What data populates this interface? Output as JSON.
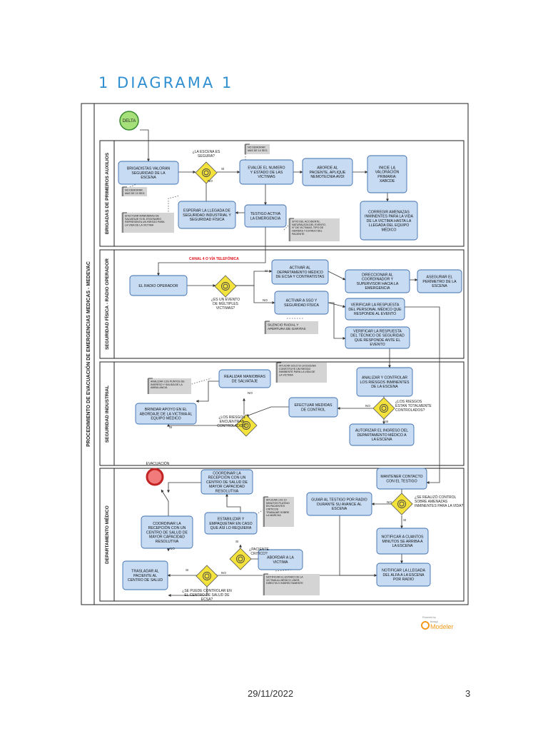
{
  "page": {
    "heading": "1  DIAGRAMA 1",
    "date": "29/11/2022",
    "page_number": "3"
  },
  "colors": {
    "task_fill": "#c7dbf3",
    "task_stroke": "#3e6fae",
    "gateway_fill": "#f3e23c",
    "start_fill": "#a6e07a",
    "start_stroke": "#3a8a2f",
    "end_fill": "#f27a7a",
    "end_stroke": "#c22323",
    "note_fill": "#d4d4d4",
    "channel_text": "#e0101a",
    "heading": "#2f8fd0",
    "logo_orange": "#f29a1c"
  },
  "pool": {
    "title": "PROCEDIMIENTO DE EVACUACIÓN DE EMERGENCIAS MEDICAS - MEDEVAC",
    "lanes": [
      "BRIGADAS DE PRIMEROS AUXILIOS",
      "SEGURIDAD FÍSICA - RADIO OPERADOR",
      "SEGURIDAD INDUSTRIAL",
      "DEPARTAMENTO MÉDICO"
    ]
  },
  "events": {
    "start": "DELTA",
    "end": "EVACUACIÓN"
  },
  "tasks": {
    "t1": [
      "BRIGADISTAS VALORAN",
      "SEGURIDAD DE LA",
      "ESCENA"
    ],
    "t2": [
      "EVALÚE EL NUMERO",
      "Y ESTADO DE LAS",
      "VICTIMAS"
    ],
    "t3": [
      "ABORDE AL",
      "PACIENTE, APLIQUE",
      "NEMOTECNIA AVDI"
    ],
    "t4": [
      "INICIE LA",
      "VALORACIÓN",
      "PRIMARIA:",
      "XABCDE"
    ],
    "t5": [
      "ESPERAR LA LLEGADA DE",
      "SEGURIDAD INDUSTRIAL Y",
      "SEGURIDAD FÍSICA"
    ],
    "t6": [
      "TESTIGO ACTIVA",
      "LA EMERGENCIA"
    ],
    "t7": [
      "CORREGIR AMENAZAS",
      "INMINENTES PARA LA VIDA",
      "DE LA VICTIMA HASTA LA",
      "LLEGADA DEL EQUIPO",
      "MÉDICO"
    ],
    "t8": [
      "EL RADIO OPERADOR"
    ],
    "t9": [
      "ACTIVAR AL",
      "DEPARTAMENTO MÉDICO",
      "DE ECSA Y CONTRATISTAS"
    ],
    "t10": [
      "ACTIVAR A SSO Y",
      "SEGURIDAD FÍSICA"
    ],
    "t11": [
      "DIRECCIONAR AL",
      "COORDINADOR Y",
      "SUPERVISOR HACIA LA",
      "EMERGENCIA"
    ],
    "t12": [
      "ASEGURAR EL",
      "PERÍMETRO DE LA",
      "ESCENA"
    ],
    "t13": [
      "VERIFICAR LA RESPUESTA",
      "DEL PERSONAL MÉDICO QUE",
      "RESPONDE AL EVENTO"
    ],
    "t14": [
      "VERIFICAR LA RESPUESTA",
      "DEL TÉCNICO DE SEGURIDAD",
      "QUE RESPONDE ANTE EL",
      "EVENTO"
    ],
    "t15": [
      "REALIZAR MANIOBRAS",
      "DE SALVATAJE"
    ],
    "t16": [
      "ANALIZAR Y CONTROLAR",
      "LOS RIESGOS INMINENTES",
      "DE LA ESCENA"
    ],
    "t17": [
      "BRINDAR APOYO EN EL",
      "ABORDAJE DE LA VICTIMA AL",
      "EQUIPO MÉDICO"
    ],
    "t18": [
      "EFECTUAR MEDIDAS",
      "DE CONTROL"
    ],
    "t19": [
      "AUTORIZAR EL INGRESO DEL",
      "DEPARTAMENTO MÉDICO A",
      "LA ESCENA"
    ],
    "t20": [
      "COORDINAR LA",
      "RECEPCIÓN CON UN",
      "CENTRO DE SALUD DE",
      "MAYOR CAPACIDAD",
      "RESOLUTIVA"
    ],
    "t21": [
      "MANTENER CONTACTO",
      "CON EL TESTIGO"
    ],
    "t22": [
      "GUIAR AL TESTIGO POR RADIO",
      "DURANTE SU AVANCE AL",
      "ESCENA"
    ],
    "t23": [
      "ESTABILIZAR Y",
      "EMPAQUETAR EN CASO",
      "QUE ASÍ LO REQUIERA"
    ],
    "t24": [
      "COORDINAR LA",
      "RECEPCIÓN CON UN",
      "CENTRO DE SALUD DE",
      "MAYOR CAPACIDAD",
      "RESOLUTIVA"
    ],
    "t25": [
      "NOTIFICAR A CUANTOS",
      "MINUTOS SE ARRIBA A",
      "LA ESCENA"
    ],
    "t26": [
      "ABORDAR A LA",
      "VICTIMA"
    ],
    "t27": [
      "TRASLADAR AL",
      "PACIENTE AL",
      "CENTRO DE SALUD"
    ],
    "t28": [
      "NOTIFICAR LA LLEGADA",
      "DEL ALFA A LA ESCENA",
      "POR RADIO"
    ]
  },
  "gateways": {
    "g1": [
      "¿LA ESCENA ES",
      "SEGURA?"
    ],
    "g2": [
      "¿ES UN EVENTO",
      "DE MÚLTIPLES",
      "VICTIMAS?"
    ],
    "g3": [
      "¿LOS RIESGOS",
      "ESTAN TOTALMENTE",
      "CONTROLADOS?"
    ],
    "g4": [
      "¿LOS RIESGOS",
      "ENCUENTRAN",
      "CONTROLADOS?"
    ],
    "g5": [
      "¿SE REALIZÓ CONTROL",
      "SOBRE AMENAZAS",
      "INMINENTES PARA LA VIDA?"
    ],
    "g6": [
      "¿PACIENTE",
      "CRITICO?"
    ],
    "g7": [
      "¿SE PUEDE CONTROLAR EN",
      "EL CENTRO DE SALUD DE",
      "ECSA?"
    ]
  },
  "notes": {
    "n1": [
      "NO DEMORAR",
      "MAS DE 10 SEG."
    ],
    "n2": [
      "NO DEMORAR",
      "MAS DE 10 SEG."
    ],
    "n3": [
      "EFECTUAR MANIOBRAS DE",
      "SALVATAJE SI EL ESCENARIO",
      "REPRESENTA UN RIESGO PARA",
      "LA VIDA DE LA VICTIMA"
    ],
    "n4": [
      "SITIO DEL ACCIDENTE,",
      "NATURALEZA DEL EVENTO,",
      "N° DE VICTIMAS, TIPO DE",
      "HERIDAS Y ESTADO DEL",
      "PACIENTE"
    ],
    "n5": [
      "SILENCIO RADIAL Y",
      "APERTURA DE GARITAS"
    ],
    "n6": [
      "APLICAR SOLO SI LA ESCENA",
      "CONSTITUYE UN RIESGO",
      "INMINENTE PARA LA VIDA DE",
      "LA VICTIMA"
    ],
    "n7": [
      "ANALIZAR LOS PUNTOS DE",
      "INGRESO Y SALIDA DE LA",
      "AMBULANCIA"
    ],
    "n8": [
      "APLICAR LOS 10",
      "MINUTOS PLATINO",
      "EN PACIENTES",
      "CRÍTICOS",
      "TRABAJAR SOBRE",
      "LA MARCHA"
    ],
    "n9": [
      "NOTIFICAR EL ESTADO DE LA",
      "VICTIMA AL MÉDICO LÍDER,",
      "DIRECTA O INDIRECTAMENTE"
    ]
  },
  "labels": {
    "si": "SI",
    "no": "NO",
    "channel": "CANAL 4 O VÍA TELEFÓNICA"
  },
  "logo": {
    "powered": "Powered by",
    "brand": "bizagi",
    "product": "Modeler"
  }
}
